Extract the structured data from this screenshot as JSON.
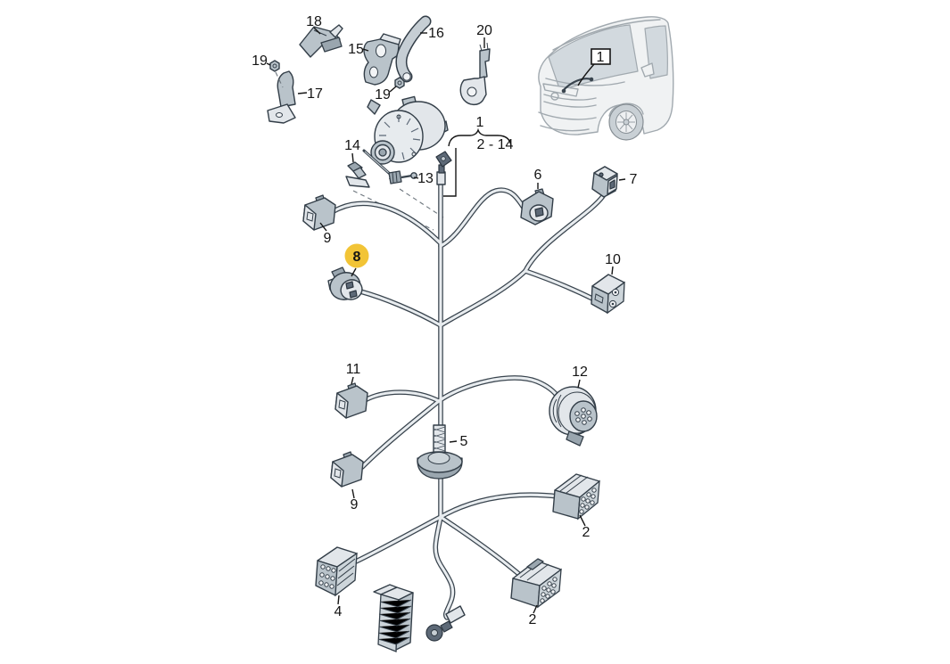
{
  "colors": {
    "highlight": "#F2C436",
    "line_dark": "#39444e",
    "part_fill_light": "#e2e6ea",
    "part_fill_mid": "#b9c3ca",
    "wire_fill": "#e8ecef",
    "vehicle_line": "#a1a9af",
    "label_text": "#141414"
  },
  "callouts": {
    "c18": "18",
    "c19a": "19",
    "c17": "17",
    "c15": "15",
    "c19b": "19",
    "c16": "16",
    "c20": "20",
    "c1_vehicle": "1",
    "c14": "14",
    "c13": "13",
    "c1_group": "1",
    "c1_range": "2 - 14",
    "c6": "6",
    "c7": "7",
    "c9a": "9",
    "c8": "8",
    "c10": "10",
    "c11": "11",
    "c12": "12",
    "c5": "5",
    "c9b": "9",
    "c2a": "2",
    "c4": "4",
    "c2b": "2"
  },
  "highlighted_callout": "8"
}
